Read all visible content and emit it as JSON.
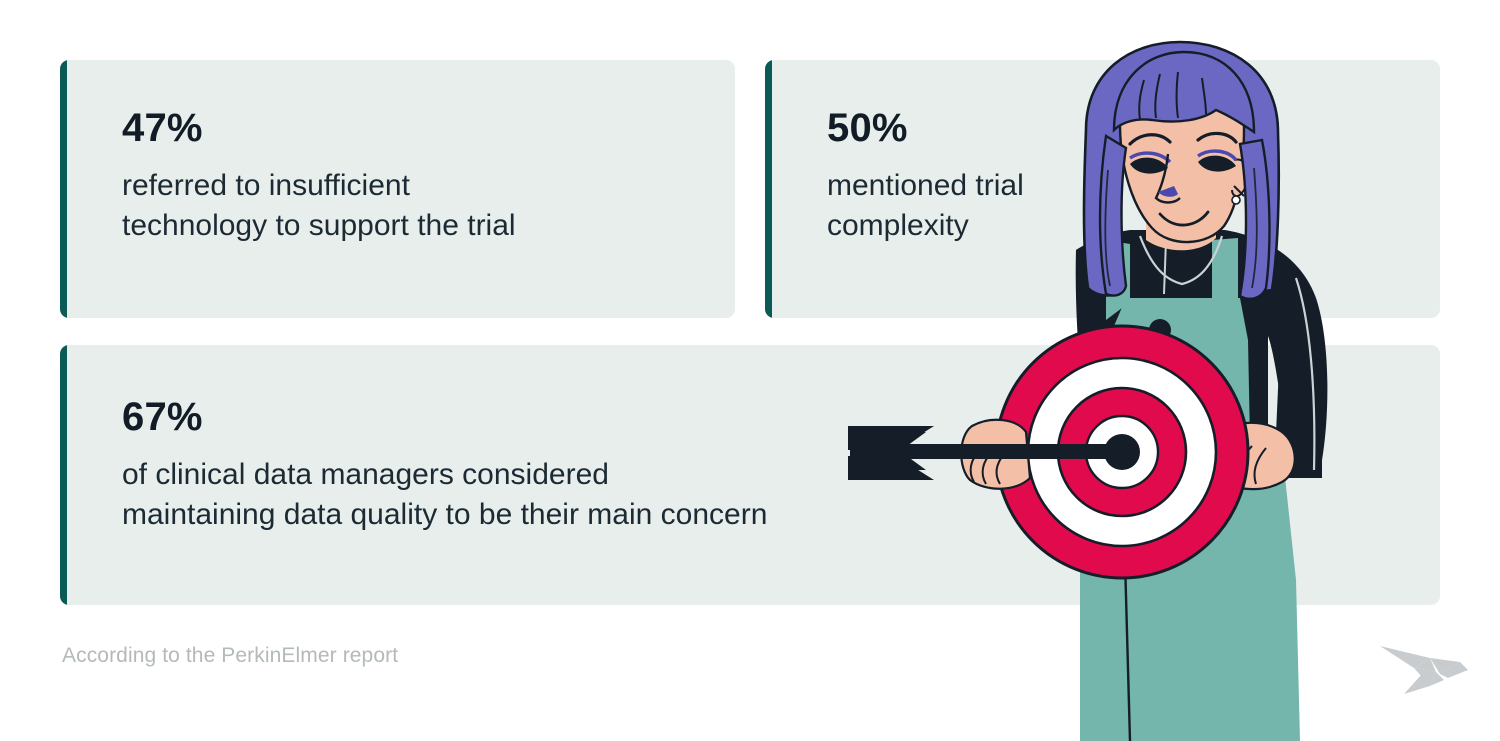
{
  "page": {
    "background_color": "#FFFFFF",
    "card_background": "#E7EEEC",
    "accent_color": "#0B5A55",
    "target_red": "#E00A4D",
    "text_color": "#121C26",
    "muted_text_color": "#B4B9BC"
  },
  "cards": [
    {
      "id": "insufficient-technology",
      "percent": "47%",
      "description": "referred to insufficient\ntechnology to support the trial"
    },
    {
      "id": "trial-complexity",
      "percent": "50%",
      "description": "mentioned trial\ncomplexity"
    },
    {
      "id": "data-quality",
      "percent": "67%",
      "description": "of clinical data managers considered\nmaintaining data quality to be their main concern"
    }
  ],
  "footer": {
    "source_note": "According to the PerkinElmer report"
  },
  "illustration": {
    "name": "woman-holding-dartboard-with-arrow",
    "hair_color": "#6B68C4",
    "skin_color": "#F3BFA6",
    "shirt_color": "#141D28",
    "overalls_color": "#74B5AC",
    "target_red": "#E00A4D",
    "target_white": "#FFFFFF",
    "bullseye_color": "#141D28"
  },
  "logo": {
    "name": "origami-bird-logo",
    "color": "#C9CCCE"
  }
}
